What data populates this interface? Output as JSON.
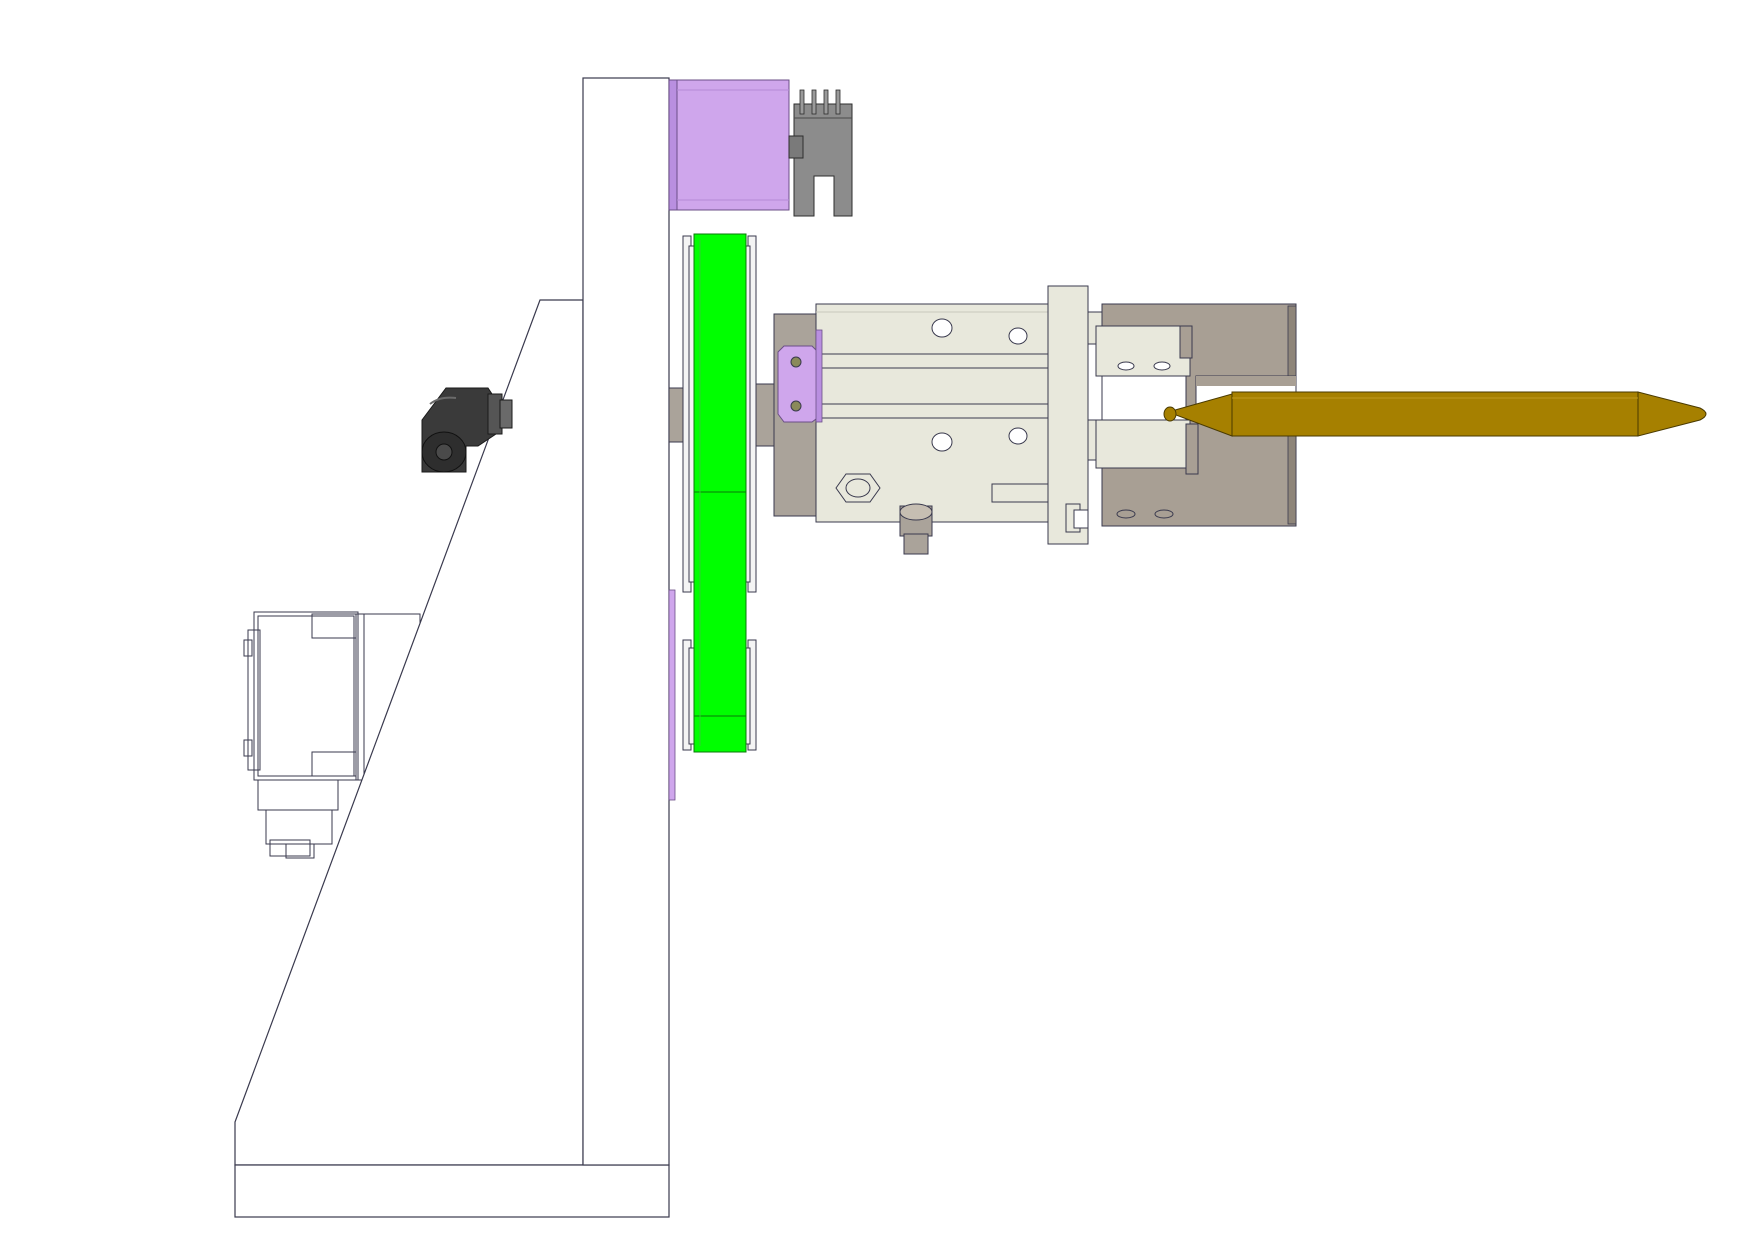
{
  "view": "side-elevation",
  "colors": {
    "background": "#ffffff",
    "outline": "#3a3a4e",
    "plate": "#ffffff",
    "belt": "#00ff00",
    "motor": "#cfa6ec",
    "connector": "#8c8c8c",
    "fitting": "#3a3a3a",
    "cylinder_body": "#e8e8dc",
    "jaw": "#a89f94",
    "hub": "#aaa39a",
    "pin": "#a68000"
  },
  "components": [
    {
      "name": "base-plate",
      "icon": "rectangle"
    },
    {
      "name": "vertical-plate",
      "icon": "rectangle"
    },
    {
      "name": "gusset",
      "icon": "triangle"
    },
    {
      "name": "stepper-motor",
      "icon": "box"
    },
    {
      "name": "motor-connector",
      "icon": "connector"
    },
    {
      "name": "timing-belt",
      "icon": "belt"
    },
    {
      "name": "upper-pulley",
      "icon": "pulley"
    },
    {
      "name": "lower-pulley",
      "icon": "pulley"
    },
    {
      "name": "air-fitting",
      "icon": "elbow"
    },
    {
      "name": "rear-motor-outline",
      "icon": "box"
    },
    {
      "name": "rotary-cylinder",
      "icon": "cylinder"
    },
    {
      "name": "parallel-gripper",
      "icon": "gripper"
    },
    {
      "name": "workpiece-pin",
      "icon": "pin"
    }
  ]
}
